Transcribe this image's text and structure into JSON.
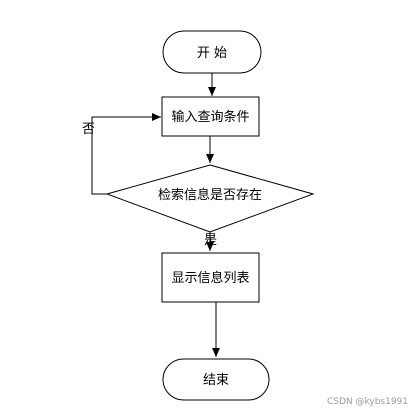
{
  "flowchart": {
    "nodes": {
      "start": "开 始",
      "input": "输入查询条件",
      "decision": "检索信息是否存在",
      "display": "显示信息列表",
      "end": "结束"
    },
    "edges": {
      "no_label": "否",
      "yes_label": "是"
    },
    "colors": {
      "stroke": "#000000",
      "fill": "#ffffff",
      "text": "#000000",
      "watermark": "#9a9a9a"
    }
  },
  "watermark": "CSDN @kybs1991"
}
